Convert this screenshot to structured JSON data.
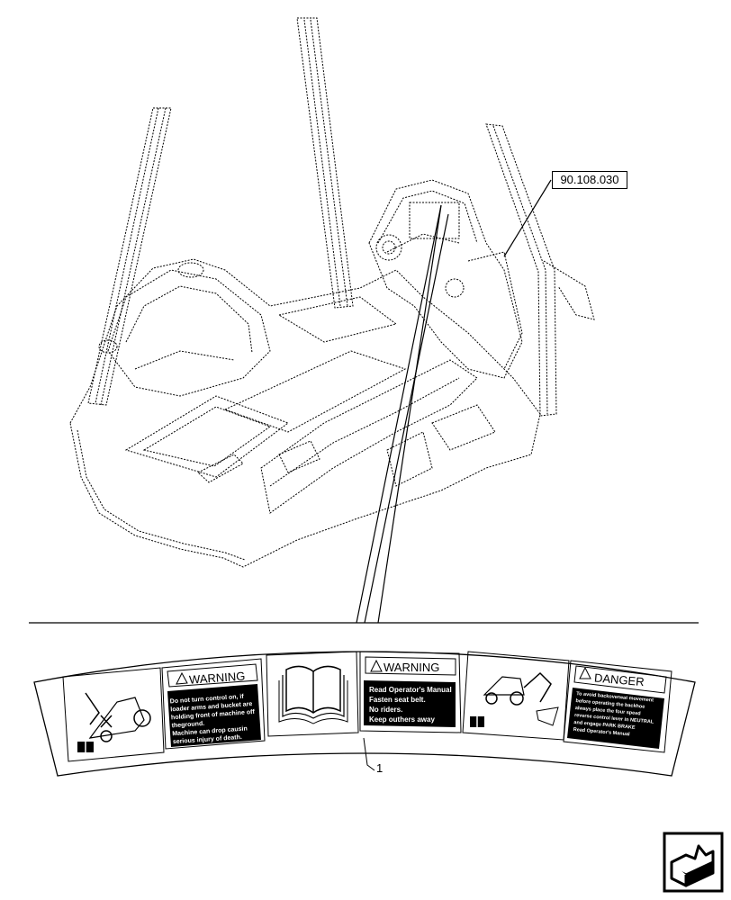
{
  "reference": "90.108.030",
  "item_number": "1",
  "decal": {
    "warning_1": {
      "header": "WARNING",
      "lines": [
        "Do not turn control on, if",
        "loader arms and bucket are",
        "holding front of machine off",
        "theground.",
        "Machine can drop causin",
        "serious injury of death."
      ]
    },
    "warning_2": {
      "header": "WARNING",
      "lines": [
        "Read Operator's Manual",
        "Fasten seat belt.",
        "No riders.",
        "Keep outhers away"
      ]
    },
    "danger": {
      "header": "DANGER",
      "lines": [
        "To avoid backoverwat movement",
        "before operating the backhoe",
        "always place the four speed",
        "reverse control lever in NEUTRAL",
        "and engage PARK BRAKE",
        "Read Operator's Manual"
      ]
    }
  },
  "icons": {
    "manual": "open-book-icon",
    "nav": "next-page-arrow-icon"
  }
}
